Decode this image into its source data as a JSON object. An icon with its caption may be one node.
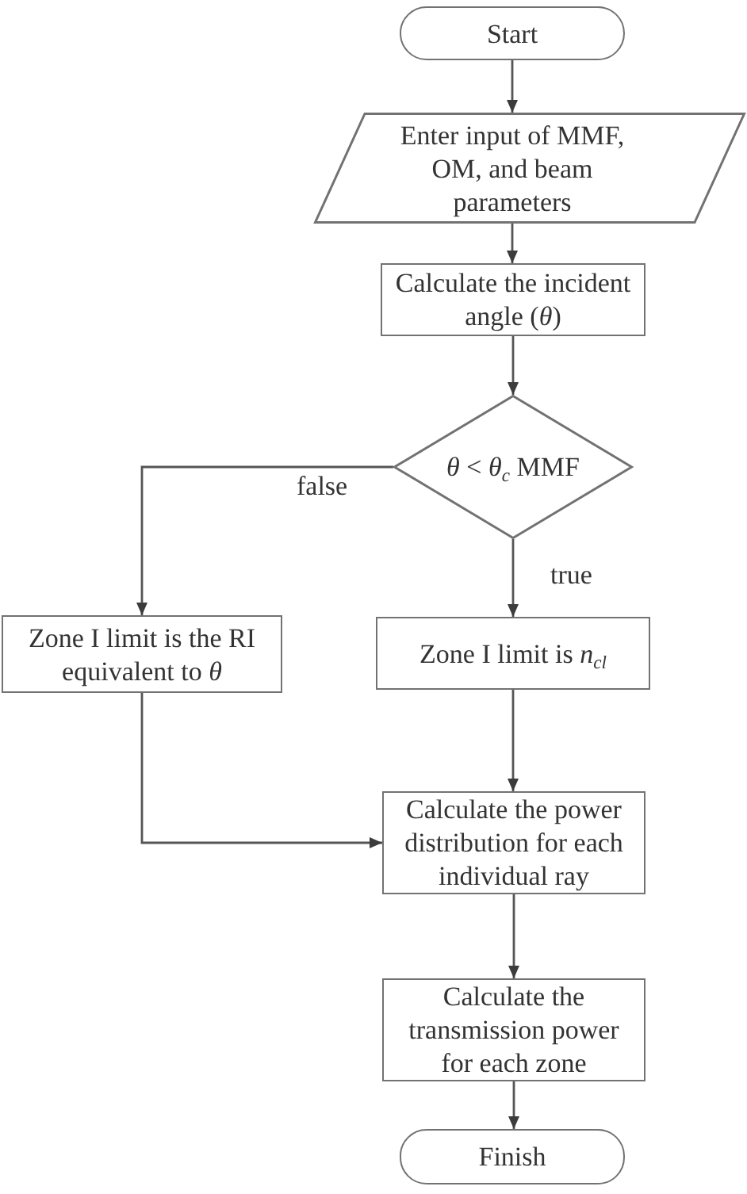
{
  "diagram": {
    "nodes": [
      {
        "text": [
          "Start"
        ]
      },
      {
        "text": [
          "Enter input of MMF, OM, and beam parameters"
        ]
      },
      {
        "text": [
          "Calculate the incident angle (*θ*)"
        ]
      },
      {
        "text": [
          "*θ* < *θ*$_{c}$ MMF"
        ]
      },
      {
        "text": [
          "Zone I limit is the RI equivalent to *θ*"
        ]
      },
      {
        "text": [
          "Zone I limit is *n*$_{cl}$"
        ]
      },
      {
        "text": [
          "Calculate the power distribution for each individual ray"
        ]
      },
      {
        "text": [
          "Calculate the transmission power for each zone"
        ]
      },
      {
        "text": [
          "Finish"
        ]
      }
    ],
    "edges": [
      {
        "from": 0,
        "to": 1,
        "arrow": "to"
      },
      {
        "from": 1,
        "to": 2,
        "arrow": "to"
      },
      {
        "from": 2,
        "to": 3,
        "arrow": "to"
      },
      {
        "from": 3,
        "to": 4,
        "arrow": "to",
        "label": "false"
      },
      {
        "from": 3,
        "to": 5,
        "arrow": "to",
        "label": "true"
      },
      {
        "from": 4,
        "to": 6,
        "arrow": "to"
      },
      {
        "from": 5,
        "to": 6,
        "arrow": "to"
      },
      {
        "from": 6,
        "to": 7,
        "arrow": "to"
      },
      {
        "from": 7,
        "to": 8,
        "arrow": "to"
      }
    ]
  }
}
